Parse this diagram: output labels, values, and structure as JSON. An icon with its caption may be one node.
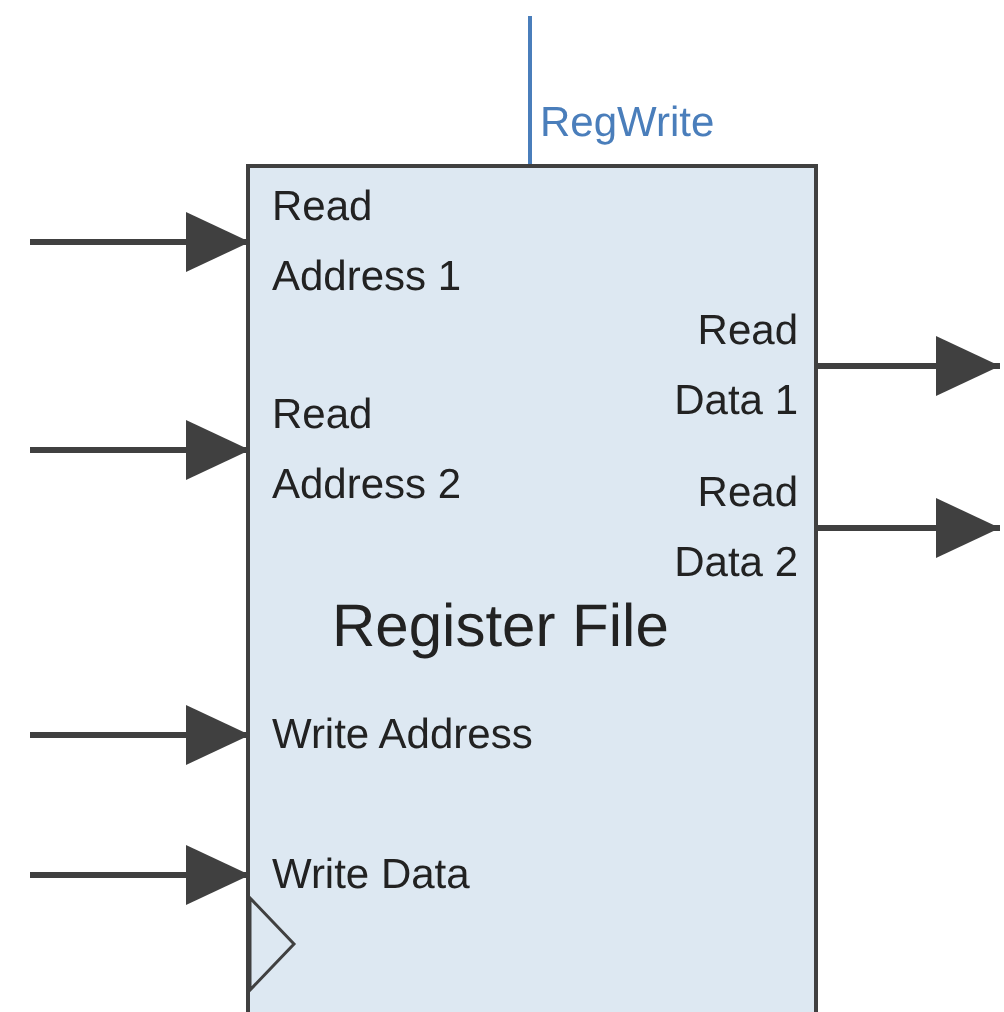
{
  "diagram": {
    "nodes": [
      {
        "text": [
          "Register File"
        ]
      },
      {
        "text": [
          "Read Address 1"
        ],
        "in": 0
      },
      {
        "text": [
          "Read Data 1"
        ],
        "in": 0
      },
      {
        "text": [
          "Read Address 2"
        ],
        "in": 0
      },
      {
        "text": [
          "Read Data 2"
        ],
        "in": 0
      },
      {
        "text": [
          "Write Address"
        ],
        "in": 0
      },
      {
        "text": [
          "Write Data"
        ],
        "in": 0
      }
    ],
    "edges": [
      {
        "from": null,
        "to": 1,
        "arrow": "to"
      },
      {
        "from": 2,
        "to": null,
        "arrow": "to"
      },
      {
        "from": null,
        "to": 3,
        "arrow": "to"
      },
      {
        "from": 4,
        "to": null,
        "arrow": "to"
      },
      {
        "from": null,
        "to": 5,
        "arrow": "to"
      },
      {
        "from": null,
        "to": 6,
        "arrow": "to"
      },
      {
        "from": null,
        "to": 0,
        "arrow": "none",
        "label": "RegWrite",
        "color": "#4a7ebb"
      }
    ]
  }
}
